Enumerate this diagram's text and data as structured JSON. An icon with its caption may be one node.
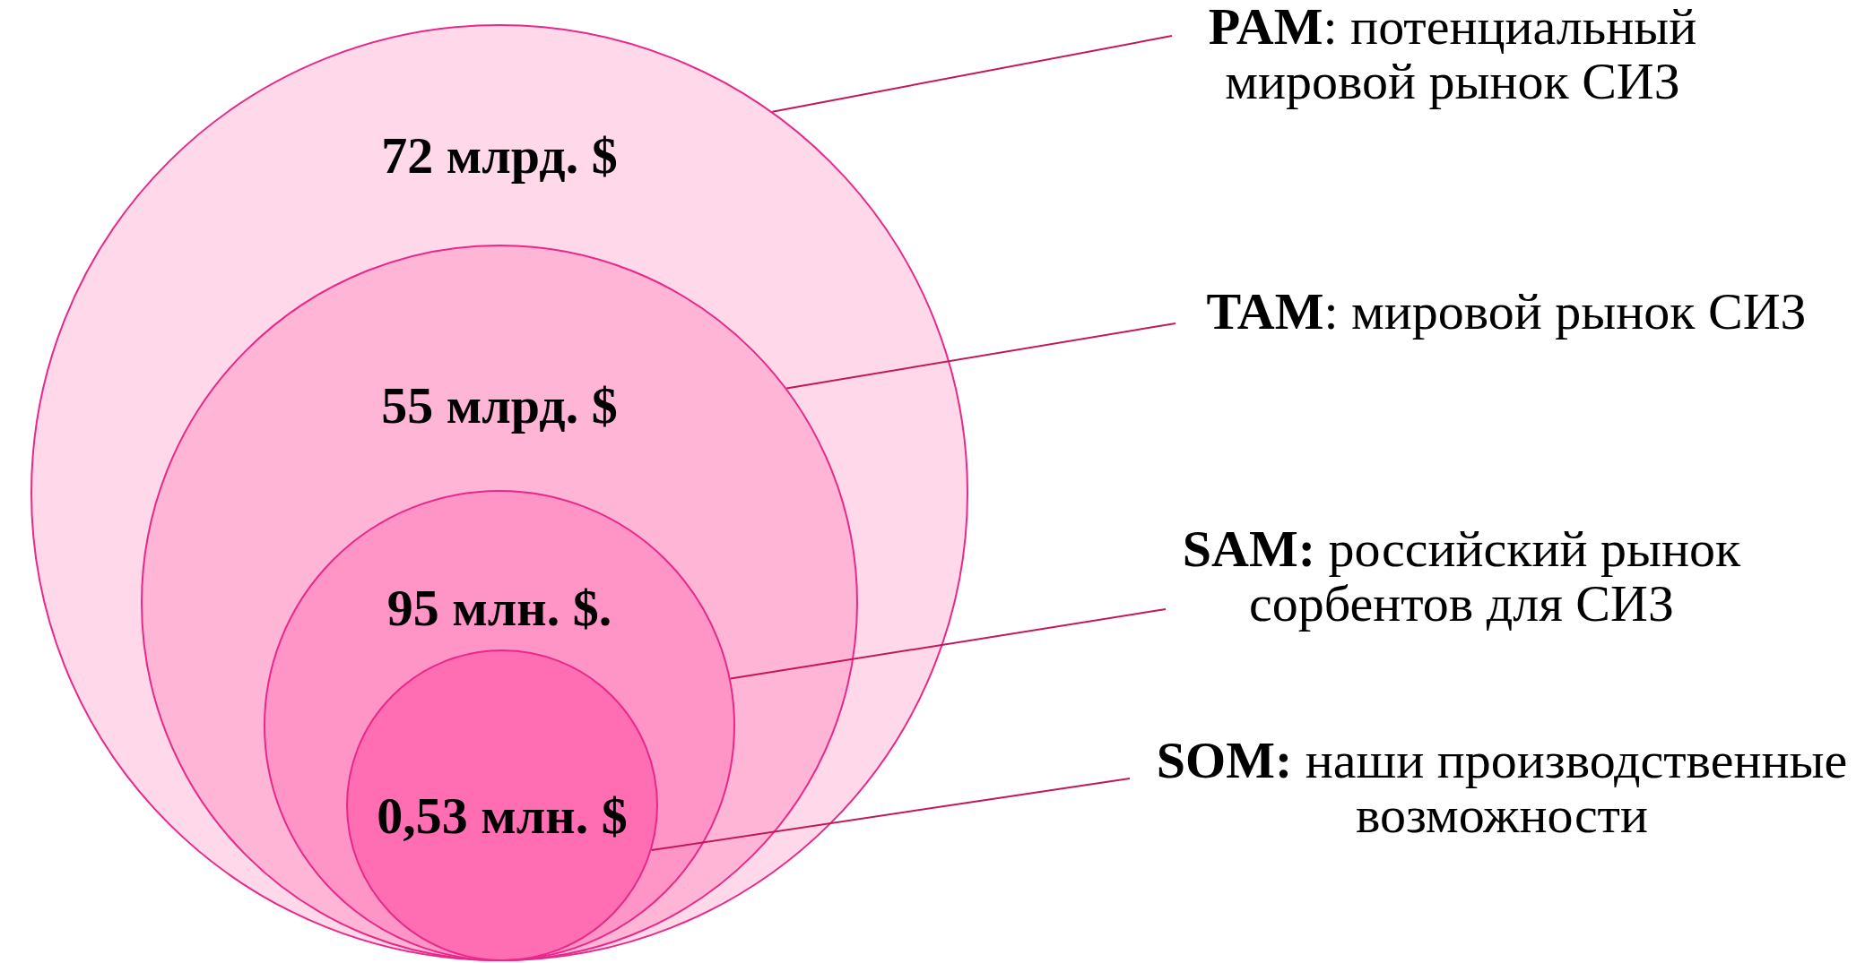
{
  "diagram": {
    "nodes": [
      {
        "text": [
          "72 млрд. $"
        ]
      },
      {
        "text": [
          "55 млрд. $"
        ],
        "in": 0
      },
      {
        "text": [
          "95 млн. $."
        ],
        "in": 1
      },
      {
        "text": [
          "0,53 млн. $"
        ],
        "in": 2
      },
      {
        "text": [
          "**PAM**: потенциальный мировой рынок СИЗ"
        ]
      },
      {
        "text": [
          "**TAM**: мировой рынок СИЗ"
        ]
      },
      {
        "text": [
          "**SAM:** российский рынок сорбентов для СИЗ"
        ]
      },
      {
        "text": [
          "**SOM:** наши производственные возможности"
        ]
      }
    ],
    "edges": [
      {
        "from": 4,
        "to": 0,
        "arrow": "none"
      },
      {
        "from": 5,
        "to": 1,
        "arrow": "none"
      },
      {
        "from": 6,
        "to": 2,
        "arrow": "none"
      },
      {
        "from": 7,
        "to": 3,
        "arrow": "none"
      }
    ]
  }
}
